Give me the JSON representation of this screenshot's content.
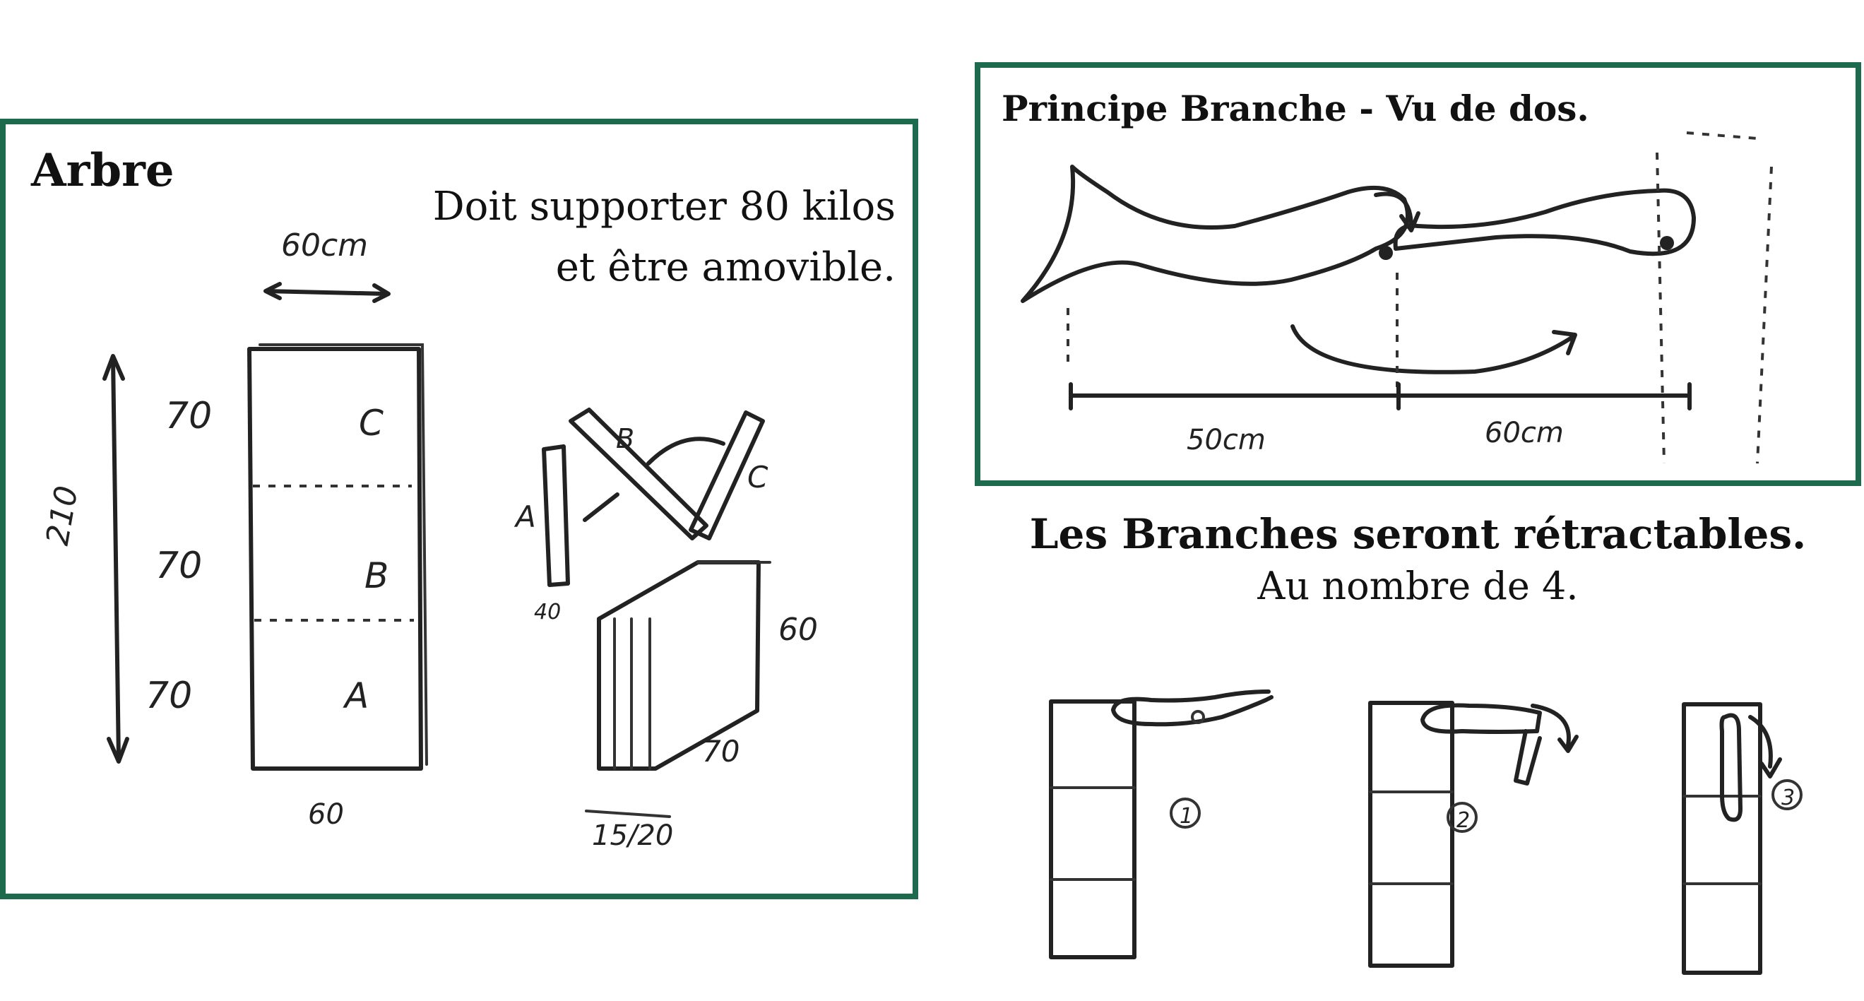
{
  "arbre": {
    "title": "Arbre",
    "note_line1": "Doit supporter 80 kilos",
    "note_line2": "et être amovible.",
    "sketch": {
      "width_top": "60cm",
      "height_total": "210",
      "sections": [
        "70",
        "70",
        "70"
      ],
      "section_letters": [
        "C",
        "B",
        "A"
      ],
      "width_bottom": "60",
      "fold_letters": [
        "A",
        "B",
        "C"
      ],
      "fold_thickness": "40",
      "stack_height": "60",
      "stack_depth": "70",
      "stack_width": "15/20"
    }
  },
  "branche": {
    "title": "Principe Branche - Vu de dos.",
    "dim_left": "50cm",
    "dim_right": "60cm"
  },
  "retract": {
    "title": "Les Branches seront rétractables.",
    "subtitle": "Au nombre de 4.",
    "steps": [
      "1",
      "2",
      "3"
    ]
  }
}
